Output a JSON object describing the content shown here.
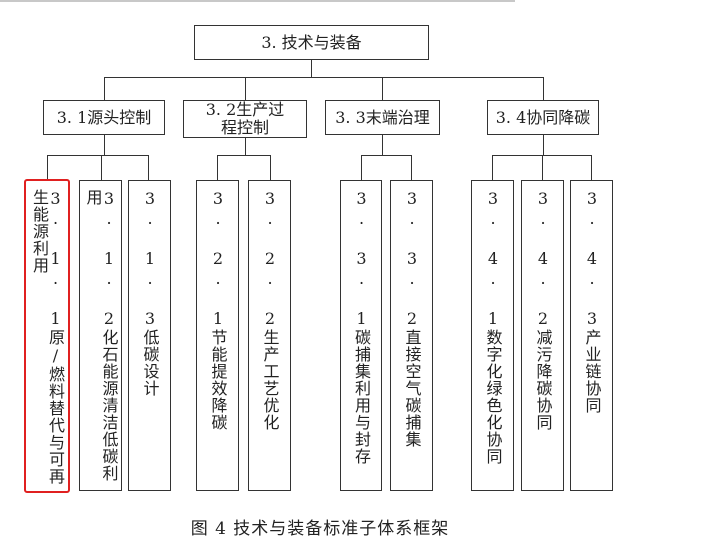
{
  "root": {
    "label": "3. 技术与装备"
  },
  "branches": [
    {
      "label": "3. 1源头控制",
      "children": [
        "3. 1. 1原/燃料替代与可再生能源利用",
        "3. 1. 2化石能源清洁低碳利用",
        "3. 1. 3低碳设计"
      ]
    },
    {
      "label": "3. 2生产过程控制",
      "children": [
        "3. 2. 1节能提效降碳",
        "3. 2. 2生产工艺优化"
      ]
    },
    {
      "label": "3. 3末端治理",
      "children": [
        "3. 3. 1碳捕集利用与封存",
        "3. 3. 2直接空气碳捕集"
      ]
    },
    {
      "label": "3. 4协同降碳",
      "children": [
        "3. 4. 1数字化绿色化协同",
        "3. 4. 2减污降碳协同",
        "3. 4. 3产业链协同"
      ]
    }
  ],
  "highlight": {
    "color": "#e02020",
    "target": "3. 1. 1原/燃料替代与可再生能源利用"
  },
  "caption": "图 4  技术与装备标准子体系框架"
}
